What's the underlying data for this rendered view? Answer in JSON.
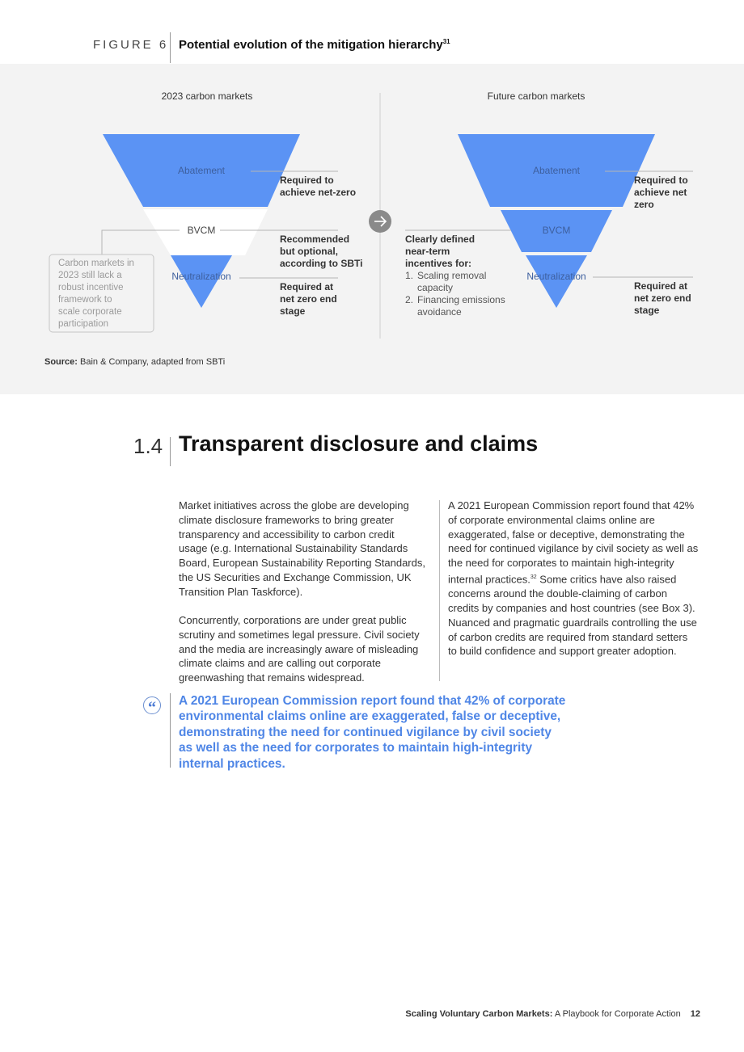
{
  "figure": {
    "label": "FIGURE 6",
    "title": "Potential evolution of the mitigation hierarchy",
    "title_ref": "31"
  },
  "diagram": {
    "left": {
      "heading": "2023 carbon markets",
      "tier_abatement": "Abatement",
      "tier_bvcm": "BVCM",
      "tier_neutralization": "Neutralization",
      "note_abatement": [
        "Required to",
        "achieve net-zero"
      ],
      "note_bvcm": [
        "Recommended",
        "but optional,",
        "according to SBTi"
      ],
      "note_neutralization": [
        "Required at",
        "net zero end",
        "stage"
      ],
      "callout": [
        "Carbon markets in",
        "2023 still lack a",
        "robust incentive",
        "framework to",
        "scale corporate",
        "participation"
      ]
    },
    "right": {
      "heading": "Future carbon markets",
      "tier_abatement": "Abatement",
      "tier_bvcm": "BVCM",
      "tier_neutralization": "Neutralization",
      "note_abatement": [
        "Required to",
        "achieve net",
        "zero"
      ],
      "note_neutralization": [
        "Required at",
        "net zero end",
        "stage"
      ],
      "incentives_title": [
        "Clearly defined",
        "near-term",
        "incentives for:"
      ],
      "incentives_items": [
        {
          "num": "1.",
          "lines": [
            "Scaling removal",
            "capacity"
          ]
        },
        {
          "num": "2.",
          "lines": [
            "Financing emissions",
            "avoidance"
          ]
        }
      ]
    },
    "colors": {
      "blue": "#5b93f4",
      "light": "#ffffff",
      "line": "#b5b5b5",
      "arrow": "#8a8a8a"
    },
    "arrow_icon": "arrow-right-icon"
  },
  "source": {
    "label": "Source:",
    "text": " Bain & Company, adapted from SBTi"
  },
  "section": {
    "number": "1.4",
    "title": "Transparent disclosure and claims"
  },
  "body": {
    "col1_p1": "Market initiatives across the globe are developing climate disclosure frameworks to bring greater transparency and accessibility to carbon credit usage (e.g. International Sustainability Standards Board, European Sustainability Reporting Standards, the US Securities and Exchange Commission, UK Transition Plan Taskforce).",
    "col1_p2": "Concurrently, corporations are under great public scrutiny and sometimes legal pressure. Civil society and the media are increasingly aware of misleading climate claims and are calling out corporate greenwashing that remains widespread.",
    "col2_a": "A 2021 European Commission report found that 42% of corporate environmental claims online are exaggerated, false or deceptive, demonstrating the need for continued vigilance by civil society as well as the need for corporates to maintain high-integrity internal practices.",
    "col2_ref": "32",
    "col2_b": " Some critics have also raised concerns around the double-claiming of carbon credits by companies and host countries (see Box 3). Nuanced and pragmatic guardrails controlling the use of carbon credits are required from standard setters to build confidence and support greater adoption."
  },
  "quote": {
    "mark": "“",
    "text": "A 2021 European Commission report found that 42% of corporate environmental claims online are exaggerated, false or deceptive, demonstrating the need for continued vigilance by civil society as well as the need for corporates to maintain high-integrity internal practices."
  },
  "footer": {
    "bold": "Scaling Voluntary Carbon Markets:",
    "rest": " A Playbook for Corporate Action",
    "page": "12"
  }
}
